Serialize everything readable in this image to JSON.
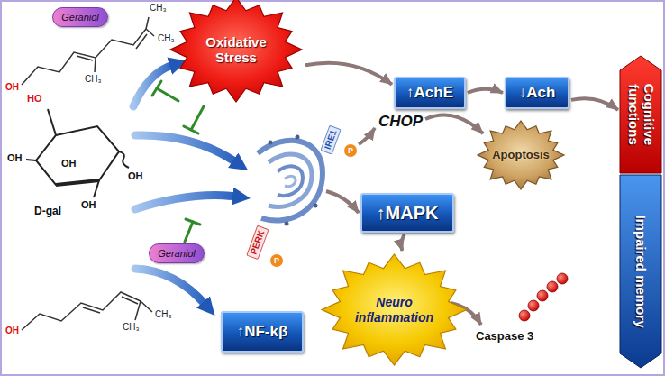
{
  "diagram": {
    "nodes": [
      {
        "text": [
          "Geraniol"
        ]
      },
      {
        "text": [
          "Oxidative Stress"
        ]
      },
      {
        "text": [
          "↑AchE"
        ]
      },
      {
        "text": [
          "↓Ach"
        ]
      },
      {
        "text": [
          "Cognitive functions"
        ]
      },
      {
        "text": [
          "Impaired memory"
        ]
      },
      {
        "text": [
          "Apoptosis"
        ]
      },
      {
        "text": [
          "↑MAPK"
        ]
      },
      {
        "text": [
          "Neuro inflammation"
        ]
      },
      {
        "text": [
          "Geraniol"
        ]
      },
      {
        "text": [
          "↑NF-kβ"
        ]
      }
    ],
    "edges": [
      {
        "from": 1,
        "to": 2,
        "arrow": "to"
      },
      {
        "from": 2,
        "to": 3,
        "arrow": "to"
      },
      {
        "from": 3,
        "to": 4,
        "arrow": "to"
      },
      {
        "from": 7,
        "to": 8,
        "arrow": "to"
      }
    ],
    "labels": [
      "CH₃",
      "CH₃",
      "CH₃",
      "OH",
      "HO",
      "OH",
      "OH",
      "OH",
      "OH",
      "D-gal",
      "IRE1",
      "P",
      "P",
      "PERK",
      "CHOP",
      "Caspase 3",
      "OH",
      "CH₃",
      "CH₃"
    ]
  }
}
